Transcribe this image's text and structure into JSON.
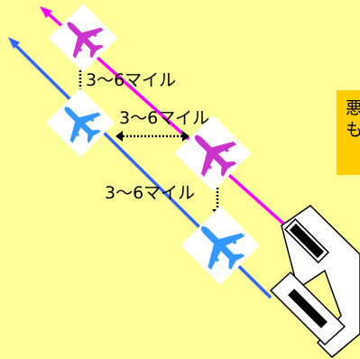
{
  "labels": {
    "vertical_top": "3〜6マイル",
    "horizontal_mid": "3〜6マイル",
    "vertical_bottom": "3〜6マイル"
  },
  "note": {
    "line1": "悪",
    "line2": "も"
  },
  "colors": {
    "background": "#ffff99",
    "magenta_path": "#ff00ff",
    "blue_path": "#3366ff",
    "magenta_plane": "#cc33cc",
    "blue_plane": "#3399ff",
    "note_box": "#ffcc00"
  },
  "icons": [
    "magenta-airplane-icon",
    "blue-airplane-icon",
    "runway-icon",
    "arrow-head-icon"
  ]
}
